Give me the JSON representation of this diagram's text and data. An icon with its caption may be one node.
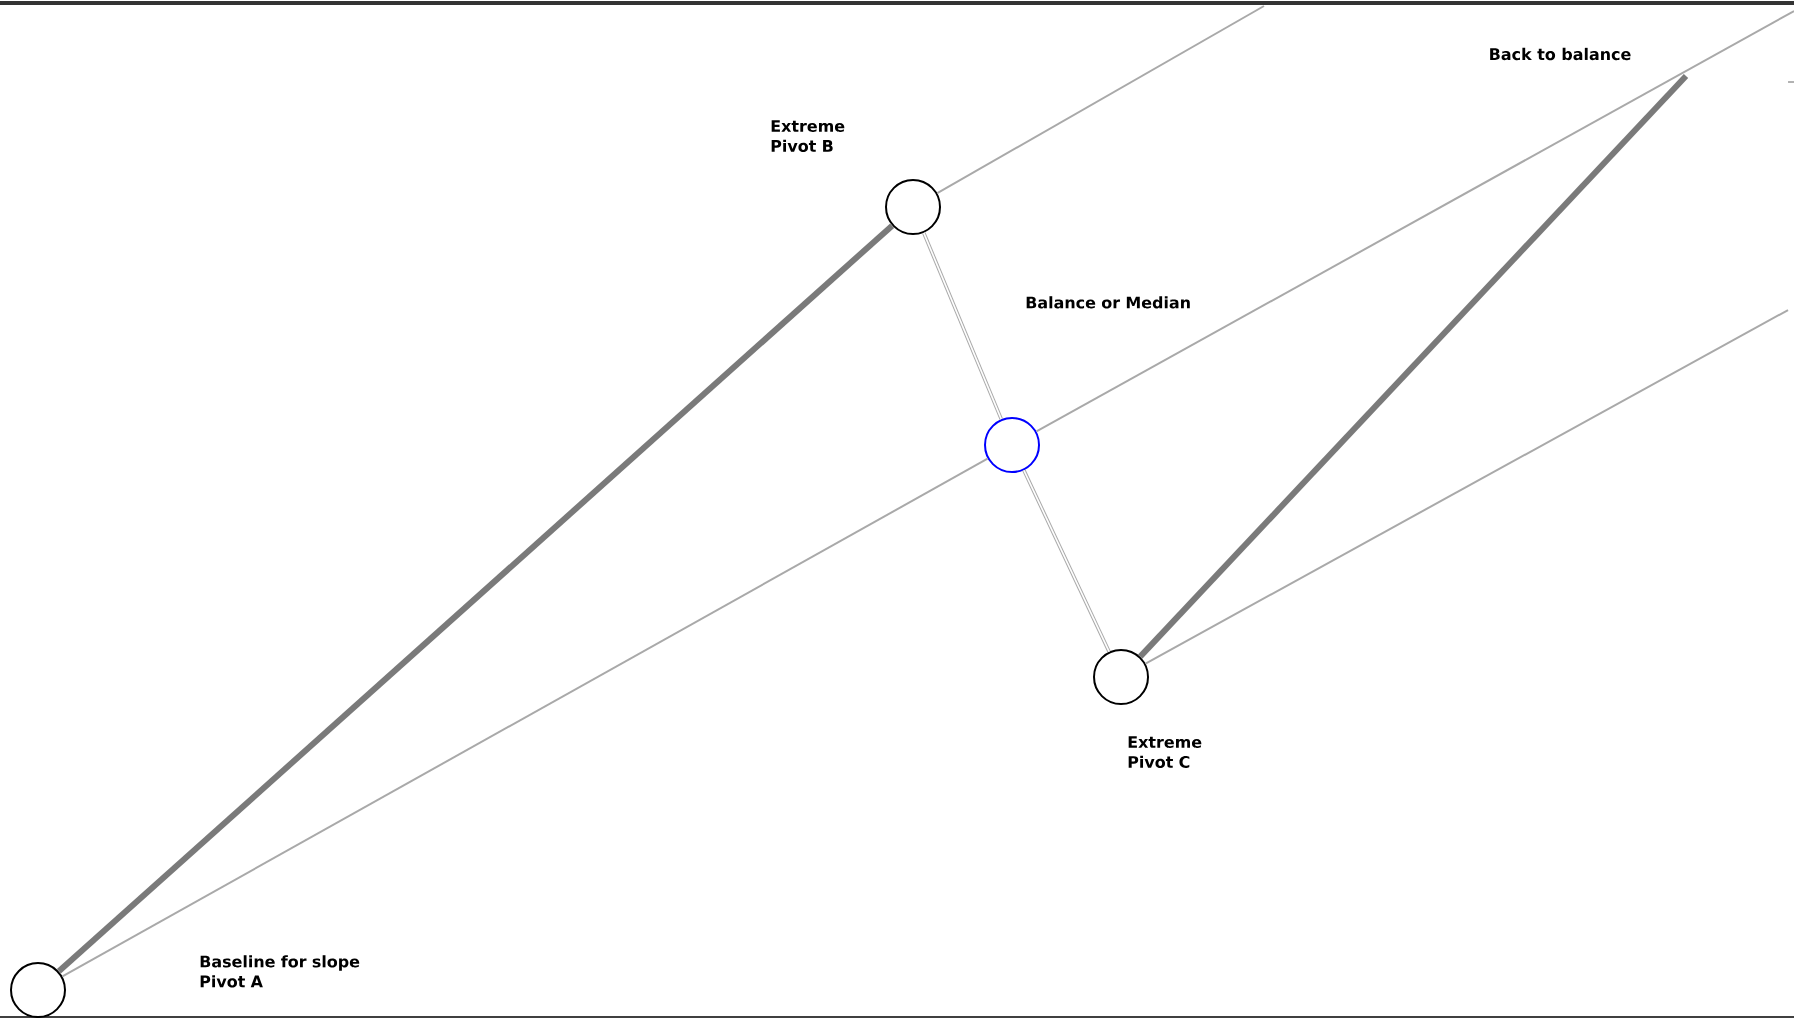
{
  "diagram": {
    "nodes": [
      {
        "text": [],
        "shape": "circle"
      },
      {
        "text": [],
        "shape": "circle",
        "beside": [
          "Extreme Pivot B"
        ]
      },
      {
        "text": [],
        "shape": "circle"
      },
      {
        "text": [],
        "shape": "circle",
        "beside": [
          "Extreme Pivot C"
        ]
      },
      {
        "text": [
          "Back to balance"
        ]
      }
    ],
    "edges": [
      {
        "from": 0,
        "to": 1,
        "arrow": "none",
        "style": "thick",
        "color": "#7a7a7a"
      },
      {
        "from": 1,
        "to": 2,
        "arrow": "none"
      },
      {
        "from": 2,
        "to": 3,
        "arrow": "none"
      },
      {
        "from": 3,
        "to": 4,
        "arrow": "none",
        "style": "thick",
        "color": "#7a7a7a"
      },
      {
        "from": 0,
        "to": 2,
        "arrow": "none"
      },
      {
        "from": 2,
        "to": null,
        "arrow": "none"
      },
      {
        "from": 1,
        "to": null,
        "arrow": "none"
      },
      {
        "from": 3,
        "to": null,
        "arrow": "none"
      }
    ],
    "labels": [
      "Balance or Median",
      "Baseline for slope Pivot A"
    ]
  }
}
